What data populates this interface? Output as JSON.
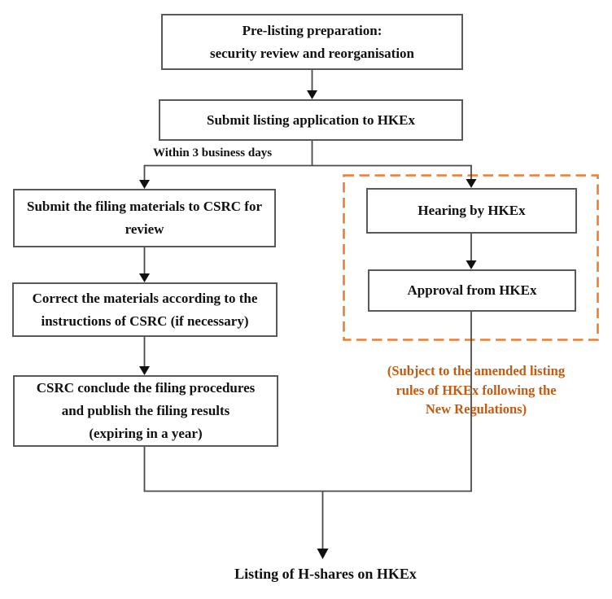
{
  "diagram": {
    "title_hint": "H-share listing process flowchart",
    "boxes": {
      "prelisting": {
        "line1": "Pre-listing preparation:",
        "line2": "security review and reorganisation"
      },
      "submit_application": {
        "line1": "Submit listing application to HKEx"
      },
      "submit_filing": {
        "line1": "Submit the filing materials to CSRC for",
        "line2": "review"
      },
      "correct_materials": {
        "line1": "Correct the materials according to the",
        "line2": "instructions of CSRC (if necessary)"
      },
      "conclude_filing": {
        "line1": "CSRC conclude the filing procedures",
        "line2": "and publish the filing results",
        "line3": "(expiring in a year)"
      },
      "hearing": {
        "line1": "Hearing by HKEx"
      },
      "approval": {
        "line1": "Approval from HKEx"
      }
    },
    "labels": {
      "within_days": "Within 3 business days",
      "subject_note": {
        "line1": "(Subject to the amended listing",
        "line2": "rules of HKEx following the",
        "line3": "New Regulations)"
      },
      "final": "Listing of H-shares on HKEx"
    },
    "colors": {
      "dashed_border": "#ED7D31",
      "note_text": "#C55A11",
      "box_border": "#595959",
      "connector": "#4a4a4a",
      "arrowhead": "#111111"
    }
  }
}
